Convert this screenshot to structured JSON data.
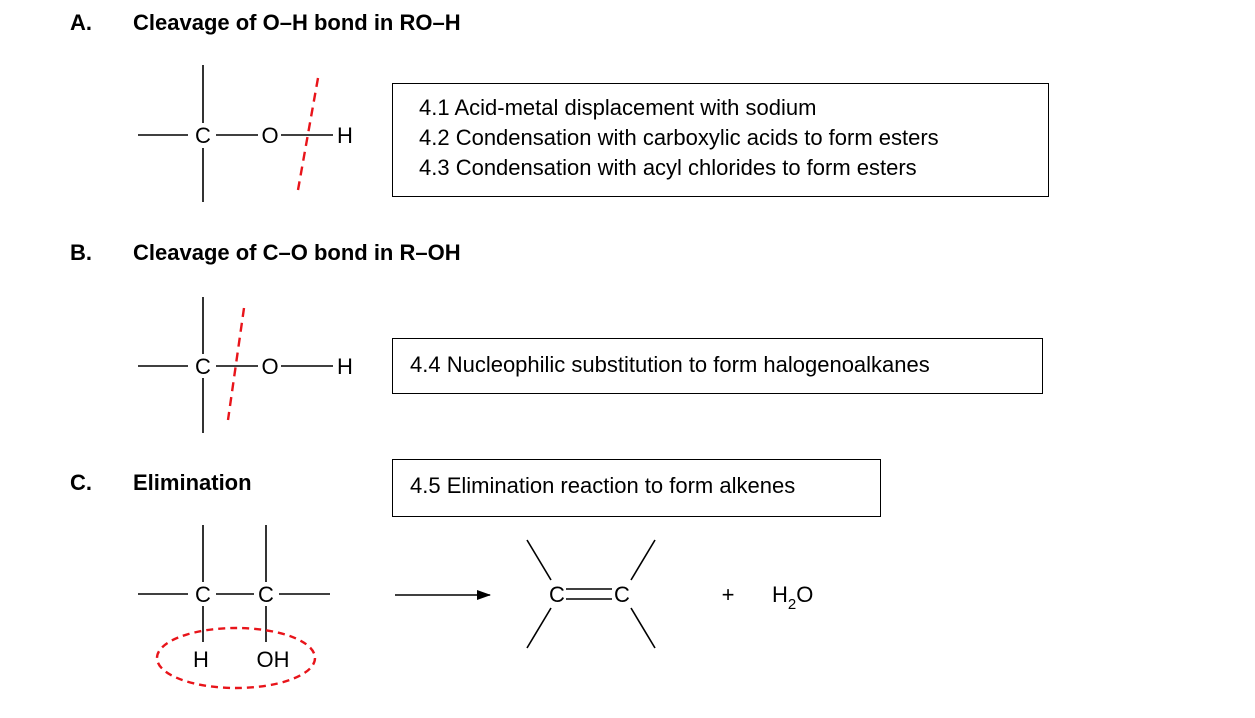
{
  "sections": {
    "a": {
      "letter": "A.",
      "title": "Cleavage of O–H bond in RO–H"
    },
    "b": {
      "letter": "B.",
      "title": "Cleavage of C–O bond in R–OH"
    },
    "c": {
      "letter": "C.",
      "title": "Elimination"
    }
  },
  "boxes": {
    "a": [
      "4.1  Acid-metal displacement with sodium",
      "4.2  Condensation with carboxylic acids to form esters",
      "4.3   Condensation with acyl chlorides to form esters"
    ],
    "b": [
      "4.4 Nucleophilic substitution to form halogenoalkanes"
    ],
    "c": [
      "4.5 Elimination reaction to form alkenes"
    ]
  },
  "atoms": {
    "carbon": "C",
    "oxygen": "O",
    "hydrogen": "H",
    "hydroxyl": "OH",
    "plus": "+",
    "water_main": "H",
    "water_sub": "2",
    "water_end": "O"
  },
  "colors": {
    "cleavage": "#e8141a",
    "ink": "#000000"
  }
}
